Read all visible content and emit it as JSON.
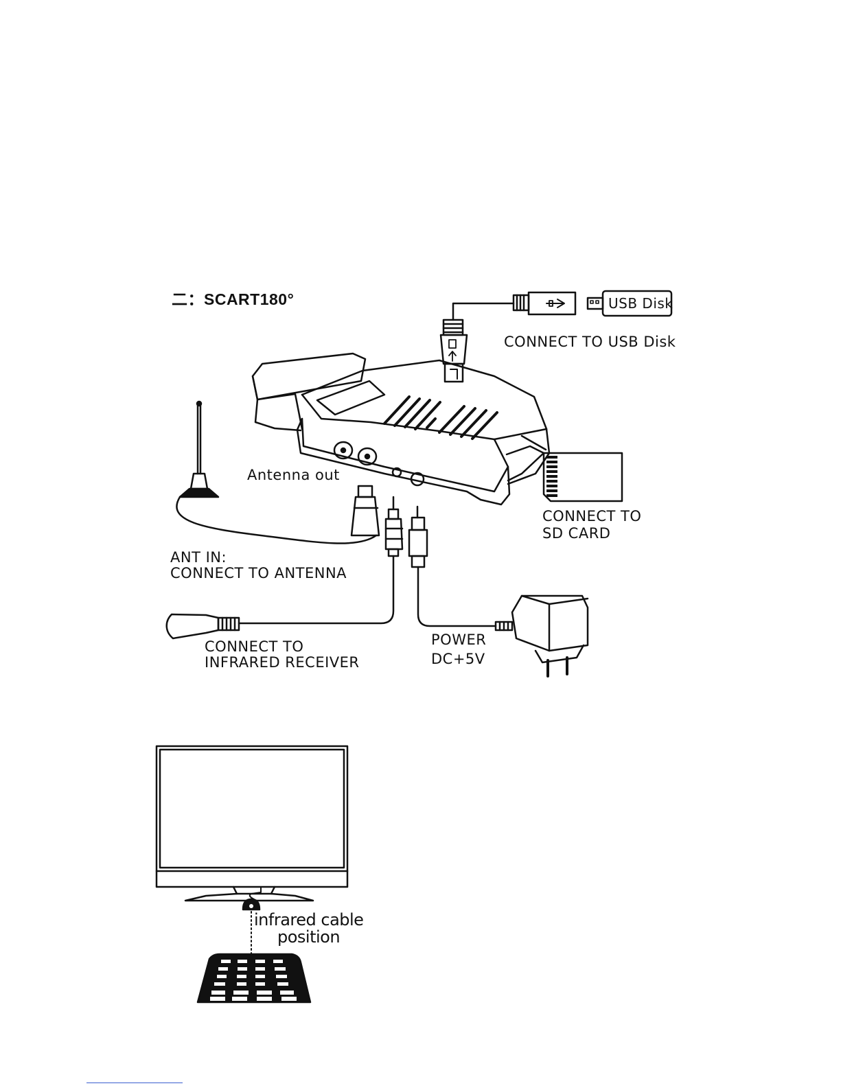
{
  "heading": {
    "prefix": "二：",
    "title": "SCART180°"
  },
  "labels": {
    "usb_disk": "USB Disk",
    "connect_usb": "CONNECT TO USB Disk",
    "antenna_out": "Antenna out",
    "connect_sd_1": "CONNECT TO",
    "connect_sd_2": "SD CARD",
    "ant_in_1": "ANT IN:",
    "ant_in_2": "CONNECT TO ANTENNA",
    "infrared_1": "CONNECT TO",
    "infrared_2": "INFRARED RECEIVER",
    "power_1": "POWER",
    "power_2": "DC+5V",
    "ir_cable_1": "infrared cable",
    "ir_cable_2": "position"
  }
}
